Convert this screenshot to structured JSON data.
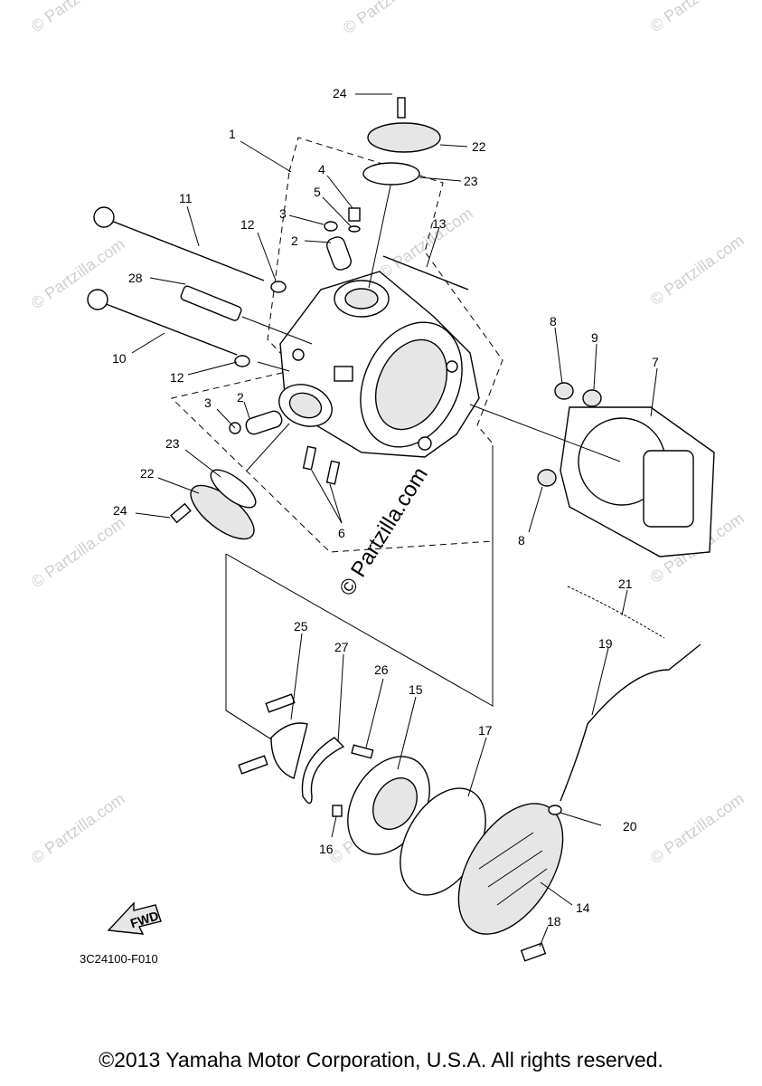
{
  "callouts": {
    "c1": "1",
    "c2a": "2",
    "c2b": "2",
    "c3a": "3",
    "c3b": "3",
    "c4": "4",
    "c5": "5",
    "c6": "6",
    "c7": "7",
    "c8a": "8",
    "c8b": "8",
    "c9": "9",
    "c10": "10",
    "c11": "11",
    "c12a": "12",
    "c12b": "12",
    "c13": "13",
    "c14": "14",
    "c15": "15",
    "c16": "16",
    "c17": "17",
    "c18": "18",
    "c19": "19",
    "c20": "20",
    "c21": "21",
    "c22a": "22",
    "c22b": "22",
    "c23a": "23",
    "c23b": "23",
    "c24a": "24",
    "c24b": "24",
    "c25": "25",
    "c26": "26",
    "c27": "27",
    "c28": "28"
  },
  "fwd_label": "FWD",
  "diagram_code": "3C24100-F010",
  "watermark": "© Partzilla.com",
  "center_watermark": "© Partzilla.com",
  "copyright": "©2013 Yamaha Motor Corporation, U.S.A. All rights reserved."
}
